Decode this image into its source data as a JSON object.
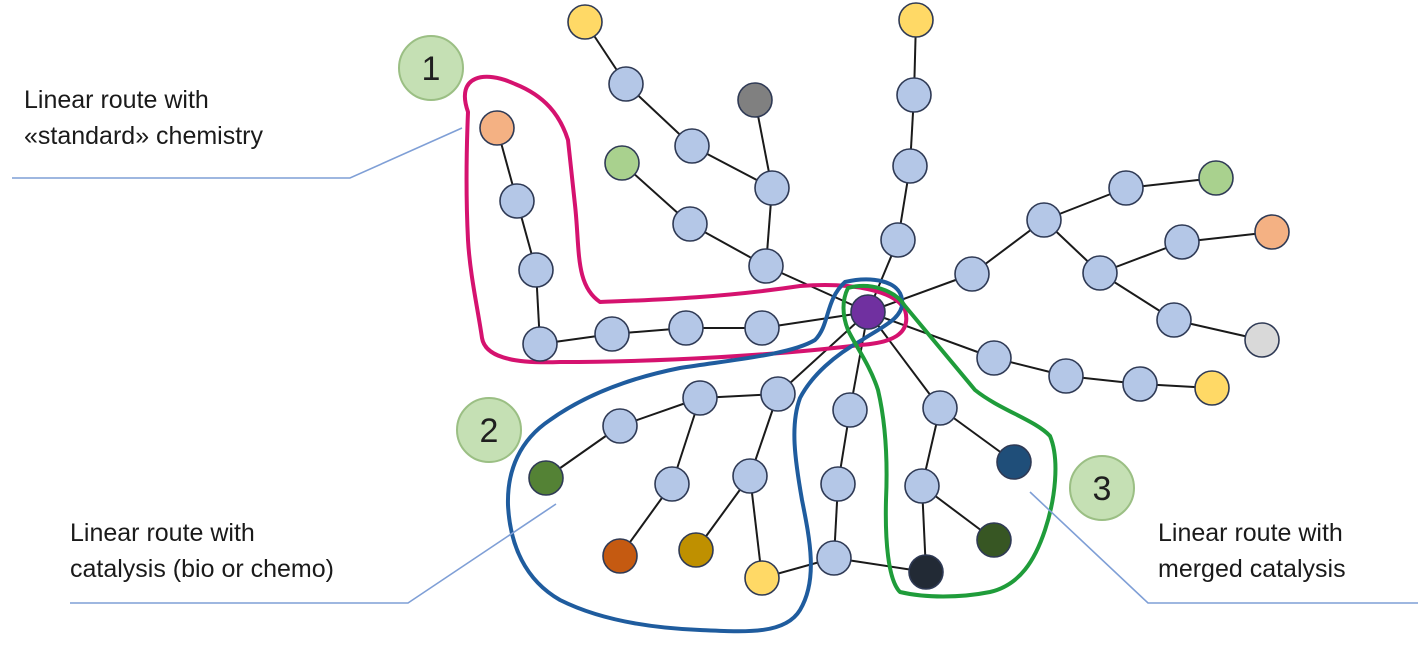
{
  "colors": {
    "node_default": "#b4c7e7",
    "node_stroke": "#2f3a55",
    "target": "#7030a0",
    "yellow": "#ffd966",
    "green_light": "#a9d18e",
    "orange_light": "#f4b183",
    "grey_dark": "#808080",
    "grey_light": "#d9d9d9",
    "green_dark": "#548235",
    "orange_dark": "#c55a11",
    "gold": "#bf9000",
    "navy": "#1f4e79",
    "green_darker": "#375623",
    "navy_dark": "#222a35",
    "route_pink": "#d5126f",
    "route_blue": "#1f5c9e",
    "route_green": "#1f9c3a",
    "callout_line": "#7f9fd6",
    "badge_fill": "#c5e0b4"
  },
  "badges": [
    {
      "id": "1",
      "text": "1"
    },
    {
      "id": "2",
      "text": "2"
    },
    {
      "id": "3",
      "text": "3"
    }
  ],
  "labels": {
    "route1": {
      "line1": "Linear route with",
      "line2": "«standard» chemistry"
    },
    "route2": {
      "line1": "Linear route with",
      "line2": "catalysis (bio or chemo)"
    },
    "route3": {
      "line1": "Linear route with",
      "line2": "merged catalysis"
    }
  }
}
